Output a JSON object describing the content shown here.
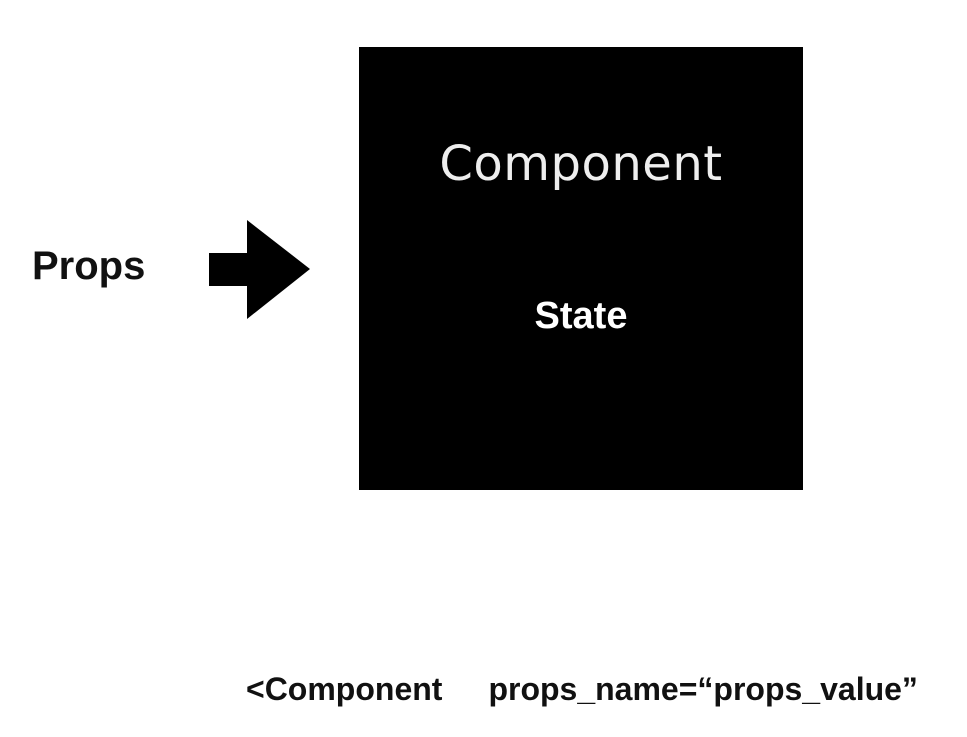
{
  "diagram": {
    "props_label": "Props",
    "component_title": "Component",
    "state_label": "State",
    "code_tag": "<Component",
    "code_attr": "props_name=“props_value”"
  }
}
